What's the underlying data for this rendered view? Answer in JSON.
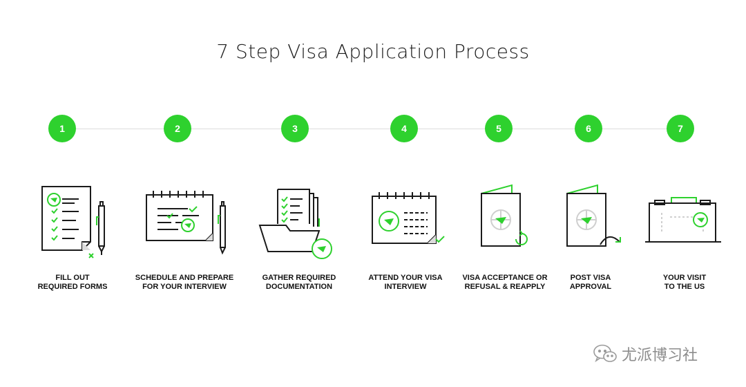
{
  "title": "7 Step Visa Application Process",
  "accent_color": "#2ed12e",
  "steps": [
    {
      "number": "1",
      "line1": "FILL OUT",
      "line2": "REQUIRED FORMS",
      "icon": "form-pen-icon"
    },
    {
      "number": "2",
      "line1": "SCHEDULE AND PREPARE",
      "line2": "FOR YOUR INTERVIEW",
      "icon": "calendar-pen-icon"
    },
    {
      "number": "3",
      "line1": "GATHER REQUIRED",
      "line2": "DOCUMENTATION",
      "icon": "folder-documents-icon"
    },
    {
      "number": "4",
      "line1": "ATTEND YOUR VISA",
      "line2": "INTERVIEW",
      "icon": "calendar-check-icon"
    },
    {
      "number": "5",
      "line1": "VISA ACCEPTANCE OR",
      "line2": "REFUSAL & REAPPLY",
      "icon": "passport-reapply-icon"
    },
    {
      "number": "6",
      "line1": "POST VISA",
      "line2": "APPROVAL",
      "icon": "passport-approval-icon"
    },
    {
      "number": "7",
      "line1": "YOUR VISIT",
      "line2": "TO THE US",
      "icon": "luggage-icon"
    }
  ],
  "watermark": "尤派博习社"
}
